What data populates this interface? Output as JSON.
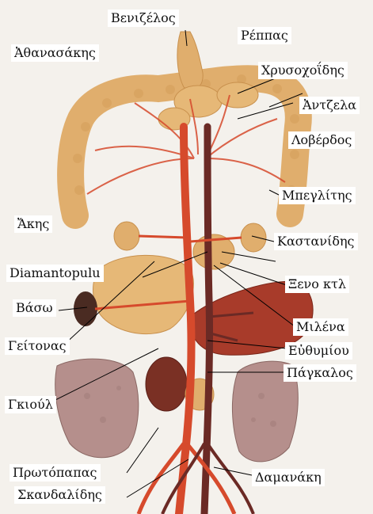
{
  "labels": {
    "venizelos": "Βενιζέλος",
    "reppas": "Ρέππας",
    "athanasakis": "Ἀθανασάκης",
    "chrysochoidis": "Χρυσοχοΐδης",
    "antzela": "Ἀντζελα",
    "loverdos": "Λοβέρδος",
    "begkitis": "Μπεγλίτης",
    "akis": "Ἄκης",
    "kastanidis": "Καστανίδης",
    "diamantopulu": "Diamantopulu",
    "xeno": "Ξενο κτλ",
    "vaso": "Βάσω",
    "milena": "Μιλένα",
    "efthymiou": "Εὐθυμίου",
    "geitonas": "Γείτονας",
    "pagkalos": "Πάγκαλος",
    "gkioul": "Γκιούλ",
    "protopapas": "Πρωτόπαπας",
    "damanaki": "Δαμανάκη",
    "skandalidis": "Σκανδαλίδης"
  },
  "colors": {
    "intestine": "#e0ae6d",
    "artery": "#d64a2c",
    "vein": "#6b2a25",
    "liver": "#a83b2a",
    "lung": "#b58f8c",
    "kidney": "#4a2b22",
    "label_bg": "#ffffff"
  }
}
